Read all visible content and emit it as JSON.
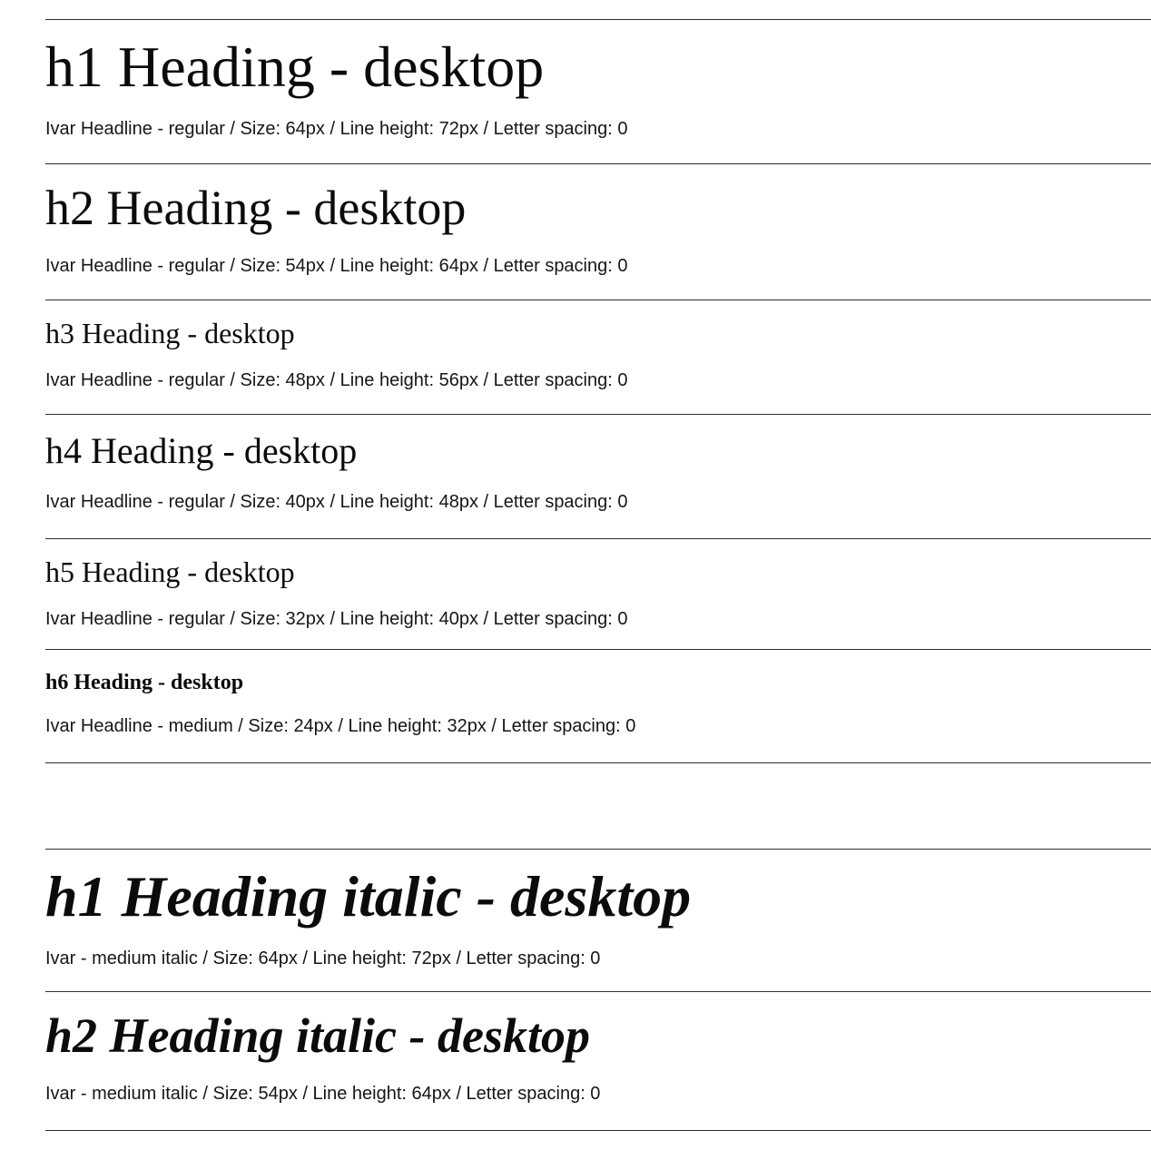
{
  "page": {
    "colors": {
      "background": "#ffffff",
      "heading_text": "#0b0b0b",
      "meta_text": "#161616",
      "divider": "#2e2e2e"
    }
  },
  "sections": [
    {
      "heading": "h1 Heading - desktop",
      "meta": "Ivar Headline - regular / Size: 64px / Line height: 72px / Letter spacing: 0"
    },
    {
      "heading": "h2 Heading - desktop",
      "meta": "Ivar Headline - regular / Size: 54px / Line height: 64px / Letter spacing: 0"
    },
    {
      "heading": "h3 Heading - desktop",
      "meta": "Ivar Headline - regular / Size: 48px / Line height: 56px / Letter spacing: 0"
    },
    {
      "heading": "h4 Heading - desktop",
      "meta": "Ivar Headline - regular / Size: 40px / Line height: 48px / Letter spacing: 0"
    },
    {
      "heading": "h5 Heading - desktop",
      "meta": "Ivar Headline - regular / Size: 32px / Line height: 40px / Letter spacing: 0"
    },
    {
      "heading": "h6 Heading - desktop",
      "meta": "Ivar Headline - medium / Size: 24px / Line height: 32px / Letter spacing: 0"
    },
    {
      "heading": "h1 Heading italic - desktop",
      "meta": "Ivar - medium italic / Size: 64px / Line height: 72px / Letter spacing: 0"
    },
    {
      "heading": "h2 Heading italic - desktop",
      "meta": "Ivar - medium italic / Size: 54px / Line height: 64px / Letter spacing: 0"
    }
  ]
}
